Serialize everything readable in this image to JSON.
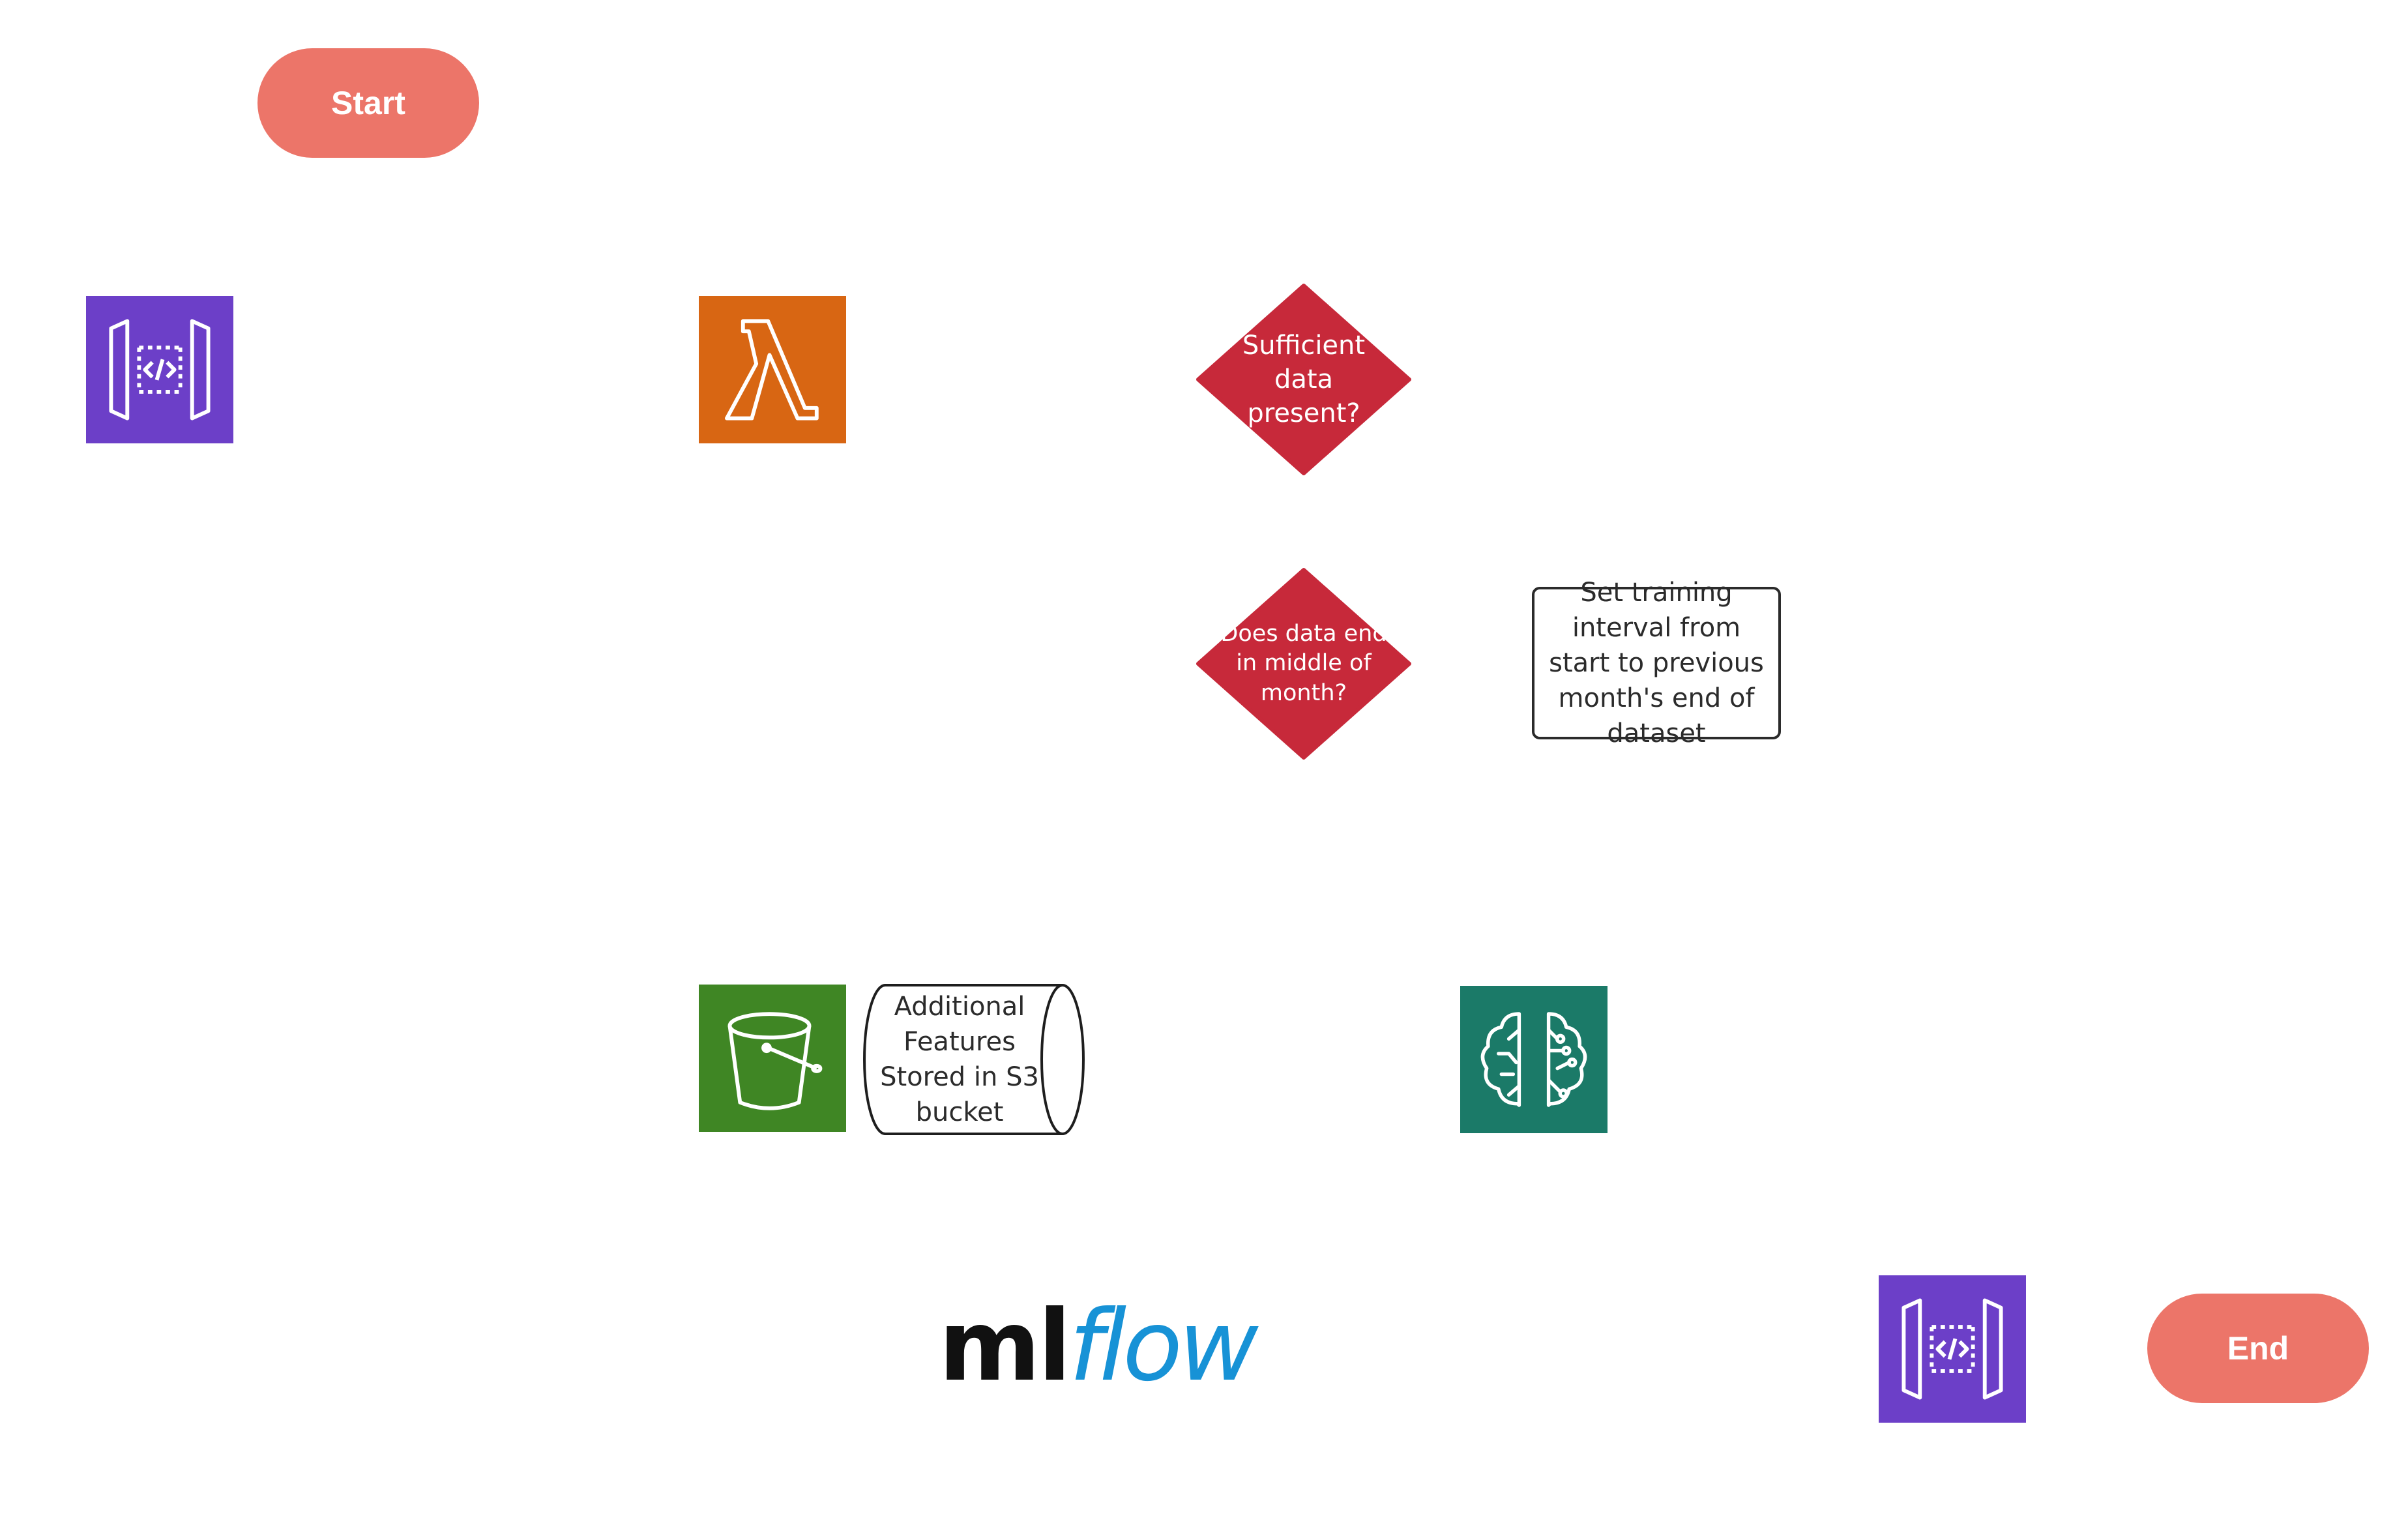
{
  "nodes": {
    "start": {
      "label": "Start",
      "color": "#ec7569"
    },
    "end": {
      "label": "End",
      "color": "#ec7569"
    },
    "api_gateway_in": {
      "icon": "api-gateway-icon",
      "color": "#6c3fc8"
    },
    "lambda": {
      "icon": "lambda-icon",
      "color": "#d86613"
    },
    "decision_sufficient": {
      "label": "Sufficient data present?",
      "color": "#c7293a"
    },
    "decision_mid_month": {
      "label": "Does data end in middle of month?",
      "color": "#c7293a"
    },
    "process_interval": {
      "label": "Set training interval from start to previous month's end of dataset"
    },
    "s3": {
      "icon": "s3-bucket-icon",
      "color": "#3f8624"
    },
    "datastore": {
      "label": "Additional Features Stored in S3 bucket"
    },
    "sagemaker": {
      "icon": "sagemaker-brain-icon",
      "color": "#1b7a68"
    },
    "mlflow": {
      "ml": "ml",
      "flow": "flow",
      "colors": {
        "ml": "#111111",
        "flow": "#1792d6"
      }
    },
    "api_gateway_out": {
      "icon": "api-gateway-icon",
      "color": "#6c3fc8"
    }
  }
}
